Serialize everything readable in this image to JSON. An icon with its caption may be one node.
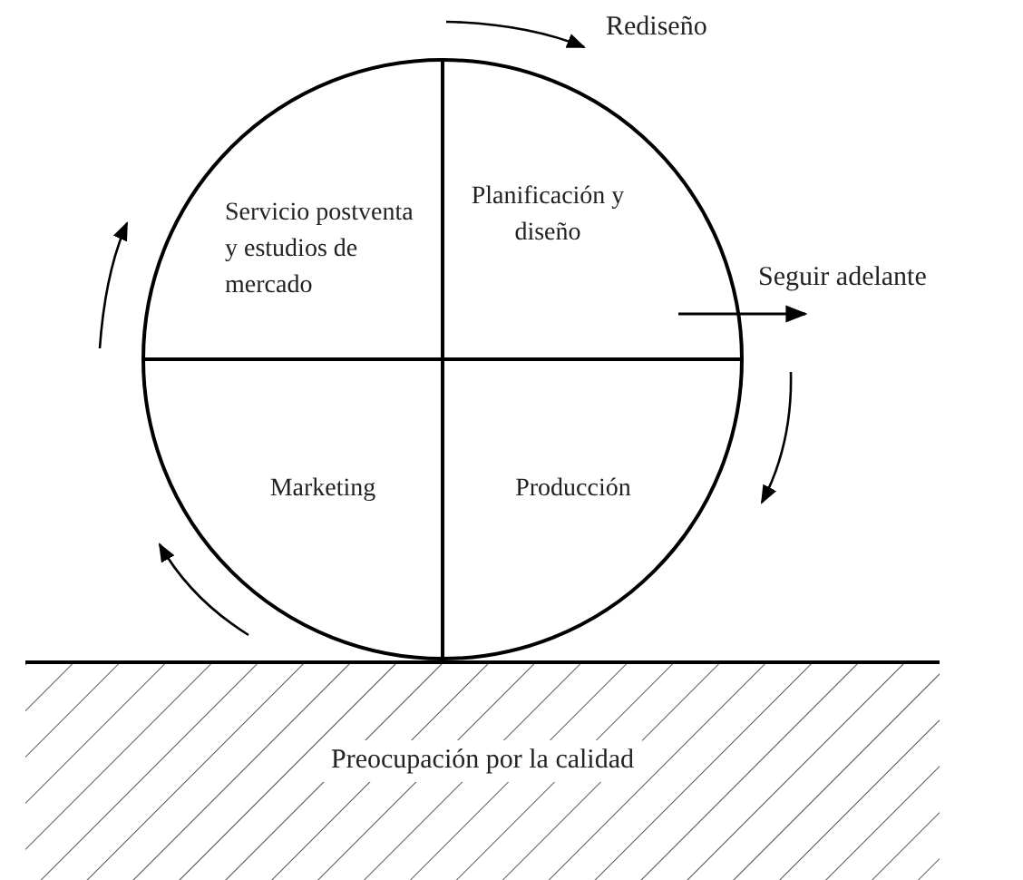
{
  "diagram": {
    "nodes": [
      {
        "text": [],
        "shape": "circle"
      },
      {
        "text": [
          "Servicio postventa y estudios de mercado"
        ],
        "in": 0
      },
      {
        "text": [
          "Planificación y diseño"
        ],
        "in": 0
      },
      {
        "text": [
          "Marketing"
        ],
        "in": 0
      },
      {
        "text": [
          "Producción"
        ],
        "in": 0
      },
      {
        "text": [
          "Preocupación por la calidad"
        ]
      }
    ],
    "labels": [
      "Rediseño",
      "Seguir adelante"
    ]
  }
}
